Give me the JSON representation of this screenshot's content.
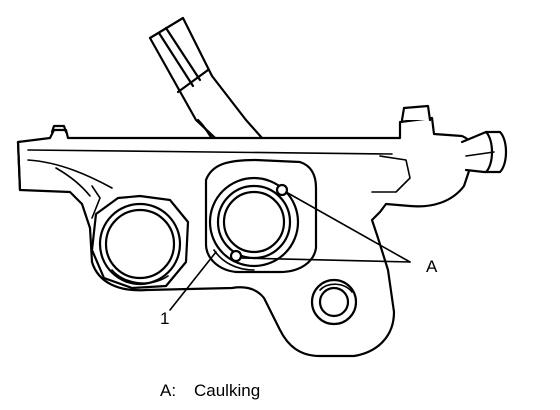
{
  "diagram": {
    "callouts": {
      "part_1": "1",
      "point_a": "A"
    },
    "legend": {
      "key": "A:",
      "text": "Caulking"
    }
  }
}
